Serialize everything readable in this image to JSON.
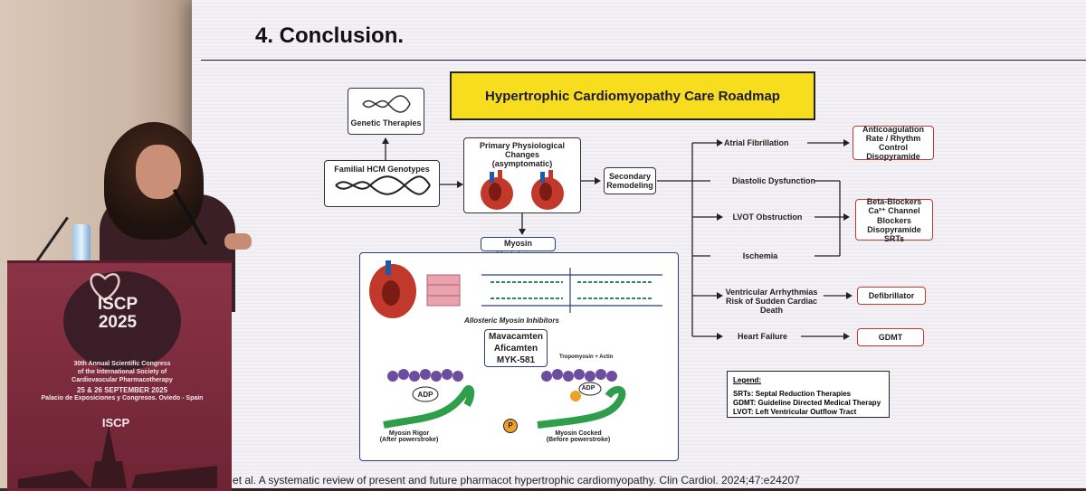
{
  "slide": {
    "title": "4. Conclusion.",
    "roadmap_title": "Hypertrophic Cardiomyopathy Care Roadmap",
    "genetic_therapies": "Genetic Therapies",
    "familial_hcm": "Familial HCM Genotypes",
    "primary_changes": "Primary Physiological Changes",
    "primary_changes_sub": "(asymptomatic)",
    "secondary_remodeling_1": "Secondary",
    "secondary_remodeling_2": "Remodeling",
    "myosin_modulators": "Myosin Modulators",
    "allosteric": "Allosteric Myosin Inhibitors",
    "drugs": [
      "Mavacamten",
      "Aficamten",
      "MYK-581"
    ],
    "tropomyosin": "Tropomyosin + Actin",
    "adp": "ADP",
    "p": "P",
    "rigor_1": "Myosin Rigor",
    "rigor_2": "(After powerstroke)",
    "cocked_1": "Myosin Cocked",
    "cocked_2": "(Before powerstroke)",
    "outcomes": {
      "af": "Atrial Fibrillation",
      "dd": "Diastolic Dysfunction",
      "lvot": "LVOT Obstruction",
      "isch": "Ischemia",
      "va_1": "Ventricular Arrhythmias",
      "va_2": "Risk of Sudden Cardiac Death",
      "hf": "Heart Failure"
    },
    "treatments": {
      "af": [
        "Anticoagulation",
        "Rate / Rhythm Control",
        "Disopyramide"
      ],
      "lvot": [
        "Beta-Blockers",
        "Ca²⁺ Channel Blockers",
        "Disopyramide",
        "SRTs"
      ],
      "va": "Defibrillator",
      "hf": "GDMT"
    },
    "legend": {
      "title": "Legend:",
      "items": [
        "SRTs: Septal Reduction Therapies",
        "GDMT: Guideline Directed Medical Therapy",
        "LVOT: Left Ventricular Outflow Tract"
      ]
    },
    "citation": "awan et al. A systematic review of present and future pharmacot              hypertrophic cardiomyopathy. Clin Cardiol. 2024;47:e24207"
  },
  "podium": {
    "logo_1": "ISCP",
    "logo_2": "2025",
    "line1": "30th Annual Scientific Congress",
    "line2": "of the International Society of",
    "line3": "Cardiovascular Pharmacotherapy",
    "dates": "25 & 26 SEPTEMBER 2025",
    "venue": "Palacio de Exposiciones y Congresos. Oviedo - Spain",
    "brand": "ISCP"
  },
  "colors": {
    "banner": "#f7dd1d",
    "treatment_border": "#c0392b",
    "podium": "#7a2b3d"
  }
}
